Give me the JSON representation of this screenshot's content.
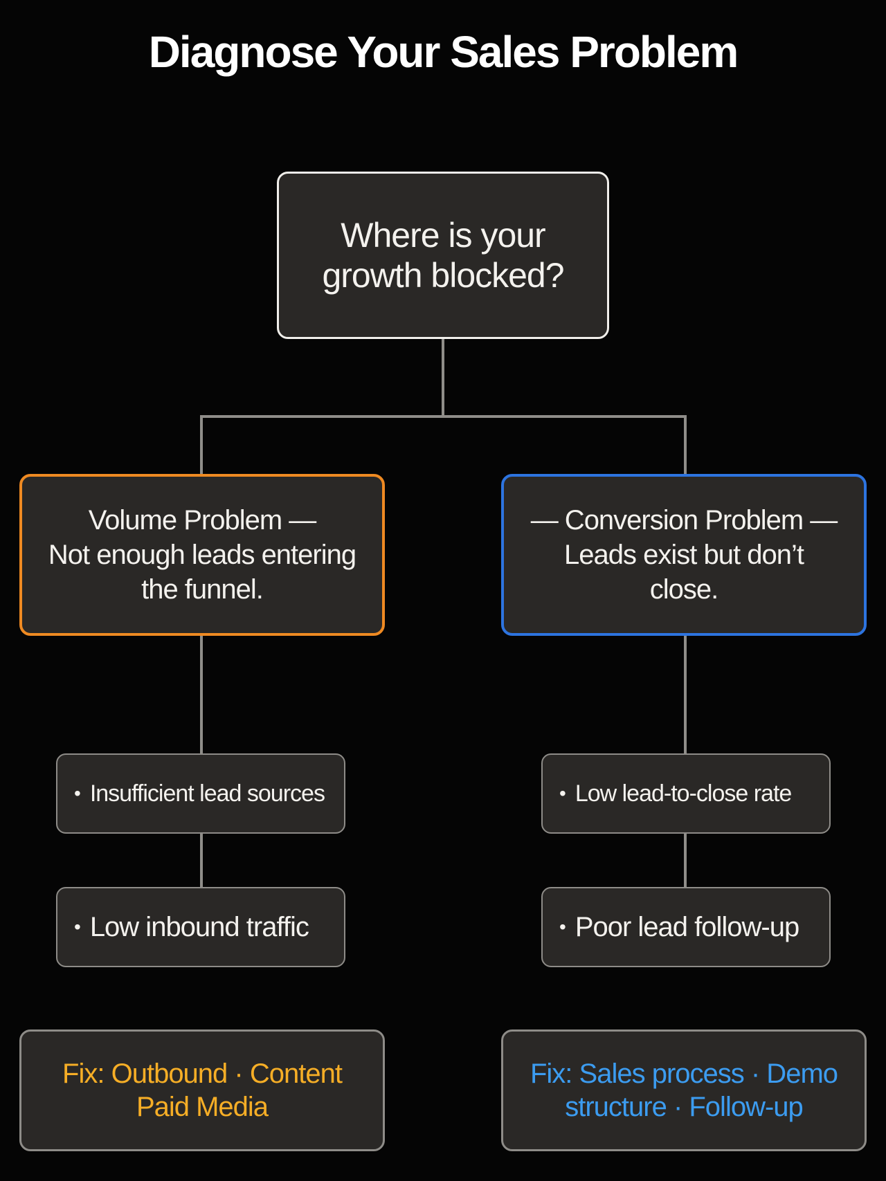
{
  "title": "Diagnose Your Sales Problem",
  "root": {
    "line1": "Where is your",
    "line2": "growth blocked?"
  },
  "branches": [
    {
      "id": "volume",
      "accent": "#ef8a22",
      "lines": [
        "Volume Problem —",
        "Not enough leads entering",
        "the funnel."
      ],
      "symptoms": [
        "Insufficient lead sources",
        "Low inbound traffic"
      ],
      "fix_lines": [
        "Fix:  Outbound · Content",
        "Paid Media"
      ]
    },
    {
      "id": "conversion",
      "accent": "#2d74e0",
      "lines": [
        "— Conversion Problem —",
        "Leads exist but don’t",
        "close."
      ],
      "symptoms": [
        "Low lead-to-close rate",
        "Poor lead follow-up"
      ],
      "fix_lines": [
        "Fix: Sales process · Demo",
        "structure · Follow-up"
      ]
    }
  ],
  "bullet_glyph": "•"
}
